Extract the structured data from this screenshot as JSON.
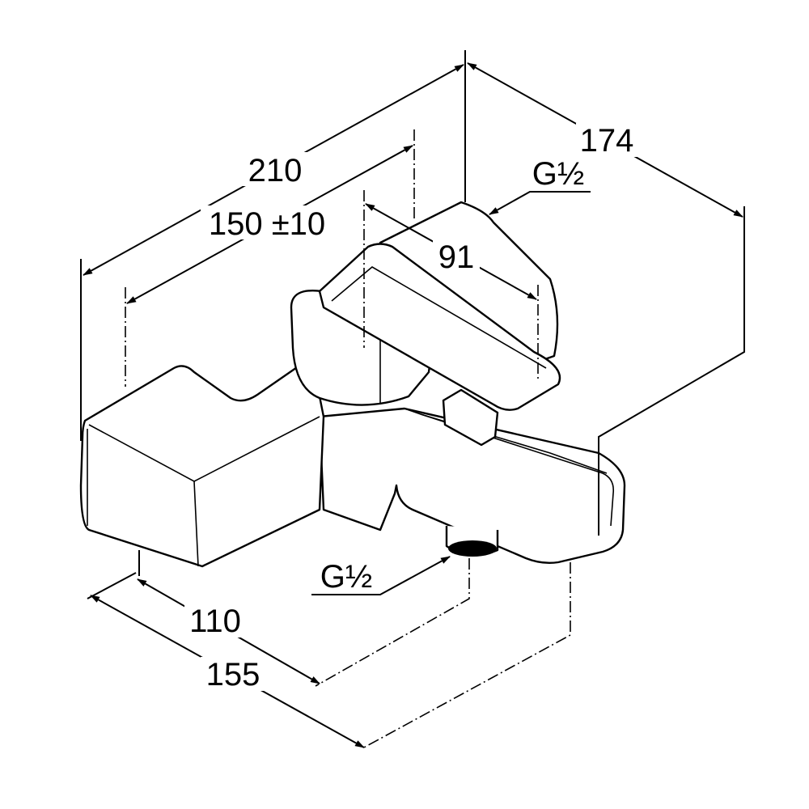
{
  "dimensions": {
    "overall_length": "210",
    "wall_distance": "150 ±10",
    "lever_length": "91",
    "depth": "174",
    "spout_projection": "110",
    "total_projection": "155"
  },
  "threads": {
    "top_connection": "G½",
    "bottom_outlet": "G½"
  }
}
